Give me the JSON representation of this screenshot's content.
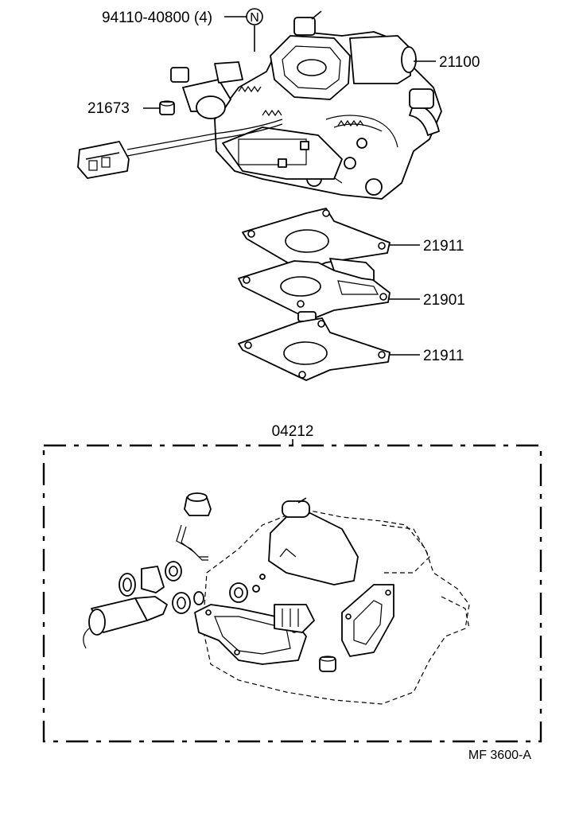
{
  "labels": {
    "bolt": "94110-40800 (4)",
    "bolt_marker": "N",
    "carburetor": "21100",
    "plug": "21673",
    "gasket_upper": "21911",
    "insulator": "21901",
    "gasket_lower": "21911",
    "kit": "04212",
    "figure_code": "MF 3600-A"
  }
}
